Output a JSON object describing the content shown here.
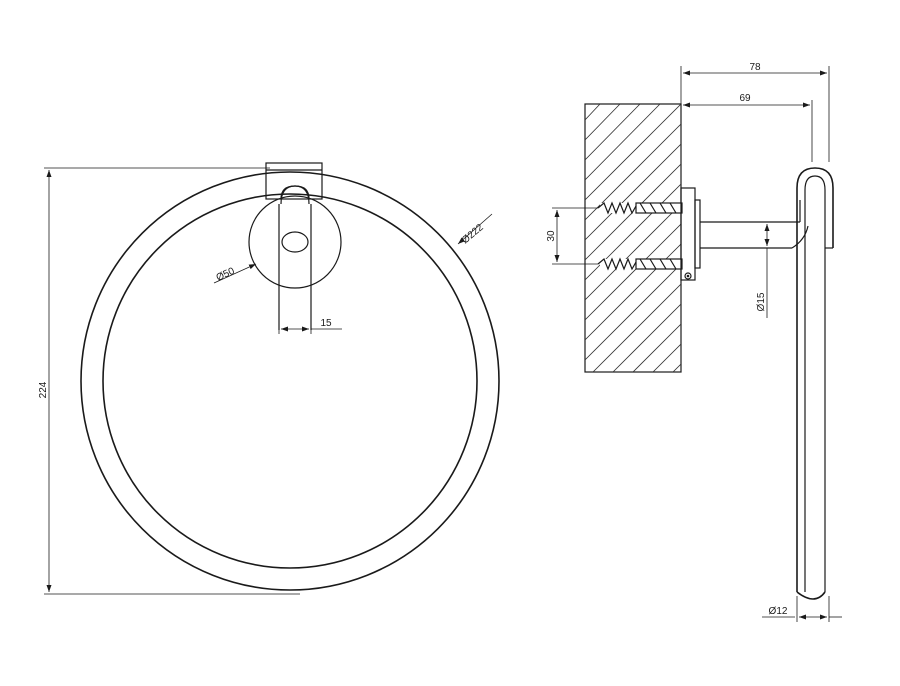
{
  "front_view": {
    "dim_height": "224",
    "dim_ring_diameter": "Ø222",
    "dim_base_diameter": "Ø50",
    "dim_post_width": "15"
  },
  "side_view": {
    "dim_total_depth": "78",
    "dim_depth_to_bar": "69",
    "dim_screw_spacing": "30",
    "dim_arm_diameter": "Ø15",
    "dim_bar_diameter": "Ø12"
  }
}
